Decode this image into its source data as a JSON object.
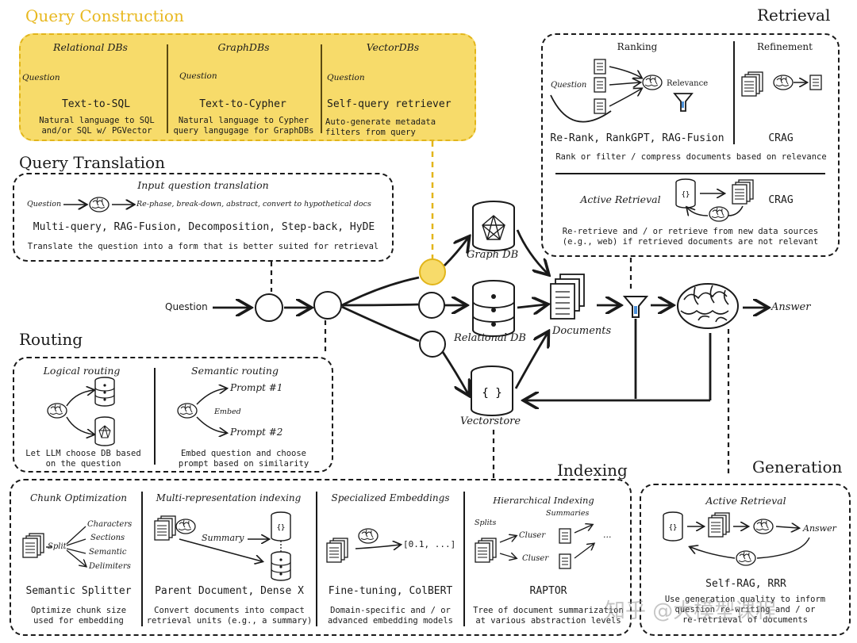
{
  "titles": {
    "query_construction": "Query Construction",
    "query_translation": "Query Translation",
    "routing": "Routing",
    "retrieval": "Retrieval",
    "indexing": "Indexing",
    "generation": "Generation"
  },
  "query_construction": {
    "relational": {
      "heading": "Relational DBs",
      "question": "Question",
      "method": "Text-to-SQL",
      "desc": "Natural language to SQL\nand/or SQL w/ PGVector"
    },
    "graph": {
      "heading": "GraphDBs",
      "question": "Question",
      "method": "Text-to-Cypher",
      "desc": "Natural language to Cypher\nquery langugage for GraphDBs"
    },
    "vector": {
      "heading": "VectorDBs",
      "question": "Question",
      "method": "Self-query retriever",
      "desc": "Auto-generate metadata\nfilters from query"
    }
  },
  "query_translation": {
    "heading": "Input question translation",
    "question": "Question",
    "flow_text": "Re-phase, break-down, abstract, convert to hypothetical docs",
    "methods": "Multi-query, RAG-Fusion, Decomposition, Step-back, HyDE",
    "desc": "Translate the question into a form that is better suited for retrieval"
  },
  "routing": {
    "logical": {
      "heading": "Logical routing",
      "desc": "Let LLM choose DB based\non the question"
    },
    "semantic": {
      "heading": "Semantic routing",
      "prompt1": "Prompt #1",
      "prompt2": "Prompt #2",
      "embed": "Embed",
      "desc": "Embed question and choose\nprompt based on similarity"
    }
  },
  "retrieval": {
    "ranking": {
      "heading": "Ranking",
      "question": "Question",
      "relevance": "Relevance",
      "methods": "Re-Rank, RankGPT, RAG-Fusion"
    },
    "refinement": {
      "heading": "Refinement",
      "method": "CRAG"
    },
    "desc": "Rank or filter / compress documents based on relevance",
    "active": {
      "heading": "Active Retrieval",
      "method": "CRAG",
      "desc": "Re-retrieve and / or retrieve from new data sources\n(e.g., web) if retrieved documents are not relevant"
    }
  },
  "center": {
    "question": "Question",
    "graph_db": "Graph DB",
    "relational_db": "Relational DB",
    "vectorstore": "Vectorstore",
    "documents": "Documents",
    "answer": "Answer"
  },
  "indexing": {
    "chunk": {
      "heading": "Chunk Optimization",
      "split": "Split",
      "items": [
        "Characters",
        "Sections",
        "Semantic",
        "Delimiters"
      ],
      "method": "Semantic Splitter",
      "desc": "Optimize chunk size\nused for embedding"
    },
    "multi": {
      "heading": "Multi-representation indexing",
      "summary": "Summary",
      "method": "Parent Document, Dense X",
      "desc": "Convert documents into compact\nretrieval units (e.g., a summary)"
    },
    "specialized": {
      "heading": "Specialized Embeddings",
      "vector": "[0.1, ...]",
      "method": "Fine-tuning, ColBERT",
      "desc": "Domain-specific and / or\nadvanced embedding models"
    },
    "hierarchical": {
      "heading": "Hierarchical Indexing",
      "splits": "Splits",
      "summaries": "Summaries",
      "cluser1": "Cluser",
      "cluser2": "Cluser",
      "ellipsis": "...",
      "method": "RAPTOR",
      "desc": "Tree of document summarization\nat various abstraction levels"
    }
  },
  "generation": {
    "heading": "Active Retrieval",
    "answer": "Answer",
    "method": "Self-RAG, RRR",
    "desc": "Use generation quality to inform\nquestion re-writing and / or\nre-retrieval of documents"
  },
  "watermark": "知乎 @大模型课程",
  "colors": {
    "accent_yellow": "#f7db6a",
    "title_gold": "#e8b81f",
    "ink": "#1a1a1a"
  }
}
